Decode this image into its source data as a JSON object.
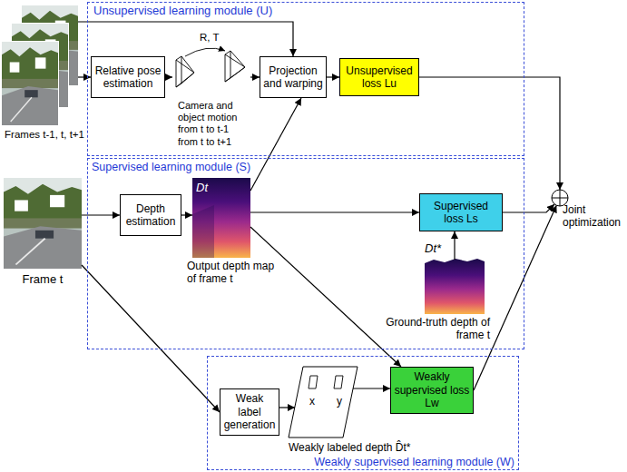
{
  "diagram": {
    "nodes": [
      {
        "text": [
          "Unsupervised learning module (U)"
        ]
      },
      {
        "text": [
          "Frames t-1, t, t+1"
        ]
      },
      {
        "text": [
          "Relative pose estimation"
        ],
        "in": 0
      },
      {
        "text": [
          "R, T",
          "Camera and object motion from t to t-1 from t to t+1"
        ],
        "in": 0
      },
      {
        "text": [
          "Projection and warping"
        ],
        "in": 0
      },
      {
        "text": [
          "Unsupervised loss Lu"
        ],
        "in": 0
      },
      {
        "text": [
          "Supervised learning module (S)"
        ]
      },
      {
        "text": [
          "Frame t"
        ]
      },
      {
        "text": [
          "Depth estimation"
        ],
        "in": 6
      },
      {
        "text": [
          "Dt",
          "Output depth map of frame t"
        ],
        "in": 6
      },
      {
        "text": [
          "Supervised loss Ls"
        ],
        "in": 6
      },
      {
        "text": [
          "Dt*",
          "Ground-truth depth of frame t"
        ],
        "in": 6
      },
      {
        "text": [
          "Weakly supervised learning module (W)"
        ]
      },
      {
        "text": [
          "Weak label generation"
        ],
        "in": 12
      },
      {
        "text": [
          "x",
          "y",
          "Weakly labeled depth D̂t*"
        ],
        "in": 12
      },
      {
        "text": [
          "Weakly supervised loss Lw"
        ],
        "in": 12
      },
      {
        "text": [
          "Joint optimization"
        ]
      }
    ],
    "edges": [
      {
        "from": 1,
        "to": 2,
        "arrow": "to"
      },
      {
        "from": 1,
        "to": 4,
        "arrow": "to"
      },
      {
        "from": 2,
        "to": 3,
        "arrow": "to"
      },
      {
        "from": 3,
        "to": 4,
        "arrow": "to"
      },
      {
        "from": 4,
        "to": 5,
        "arrow": "to"
      },
      {
        "from": 9,
        "to": 4,
        "arrow": "to"
      },
      {
        "from": 7,
        "to": 8,
        "arrow": "to"
      },
      {
        "from": 8,
        "to": 9,
        "arrow": "to"
      },
      {
        "from": 9,
        "to": 10,
        "arrow": "to"
      },
      {
        "from": 11,
        "to": 10,
        "arrow": "to"
      },
      {
        "from": 9,
        "to": 15,
        "arrow": "to"
      },
      {
        "from": 7,
        "to": 13,
        "arrow": "to"
      },
      {
        "from": 13,
        "to": 14,
        "arrow": "to"
      },
      {
        "from": 14,
        "to": 15,
        "arrow": "to"
      },
      {
        "from": 5,
        "to": 16,
        "arrow": "to"
      },
      {
        "from": 10,
        "to": 16,
        "arrow": "to"
      },
      {
        "from": 15,
        "to": 16,
        "arrow": "to"
      }
    ]
  }
}
